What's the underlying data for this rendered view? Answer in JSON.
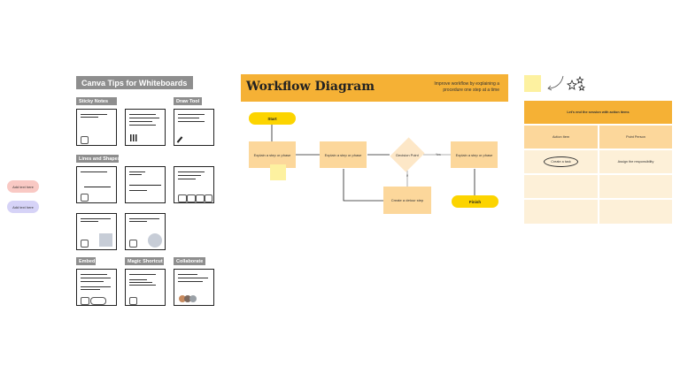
{
  "left_pills": [
    {
      "label": "Add text here",
      "color": "#f9c9c4"
    },
    {
      "label": "Add text here",
      "color": "#d6d3f7"
    }
  ],
  "tips": {
    "title": "Canva Tips for Whiteboards",
    "sections": {
      "sticky_notes": "Sticky Notes",
      "draw_tool": "Draw Tool",
      "lines_shapes": "Lines and Shapes",
      "embed": "Embed",
      "magic_shortcut": "Magic Shortcut",
      "collaborate": "Collaborate"
    }
  },
  "workflow": {
    "title": "Workflow Diagram",
    "subtitle": "Improve workflow by explaining a procedure one step at a time",
    "start": "Start",
    "step1": "Explain a step or phase",
    "step2": "Explain a step or phase",
    "decision": "Decision Point",
    "yes": "Yes",
    "no": "If",
    "step3": "Explain a step or phase",
    "detour": "Create a detour step",
    "finish": "Finish",
    "header_color": "#f5b135",
    "step_color": "#fcd79b",
    "terminal_color": "#fcd400"
  },
  "action_table": {
    "title": "Let's end the session with action items",
    "headers": [
      "Action Item",
      "Point Person"
    ],
    "rows": [
      [
        "Create a task",
        "Assign the responsibility"
      ],
      [
        "",
        ""
      ],
      [
        "",
        ""
      ]
    ],
    "header_color": "#f5b135",
    "head_row_color": "#fcd79b",
    "body_color": "#fdf0d8"
  },
  "decor": {
    "sticky_color": "#fdf1a0",
    "icons": [
      "sticky-note-icon",
      "curved-arrow-icon",
      "sparkle-stars-icon"
    ]
  }
}
